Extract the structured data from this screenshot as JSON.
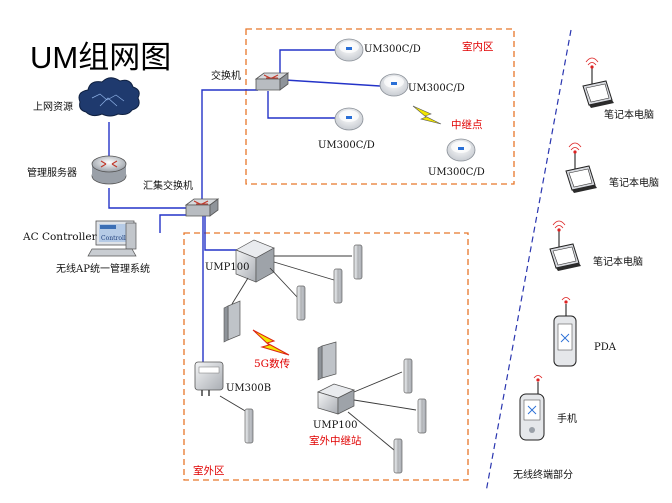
{
  "title": "UM组网图",
  "labels": {
    "internet": "上网资源",
    "mgmt_server": "管理服务器",
    "ac_controller": "AC Controller",
    "ac_system": "无线AP统一管理系统",
    "ac_screen_text": "Controller",
    "switch": "交换机",
    "agg_switch": "汇集交换机",
    "um300_1": "UM300C/D",
    "um300_2": "UM300C/D",
    "um300_3": "UM300C/D",
    "um300_4": "UM300C/D",
    "relay_point": "中继点",
    "indoor_zone": "室内区",
    "outdoor_zone": "室外区",
    "ump100_top": "UMP100",
    "ump100_bottom": "UMP100",
    "um300b": "UM300B",
    "link_5g": "5G数传",
    "outdoor_relay": "室外中继站",
    "laptop_1": "笔记本电脑",
    "laptop_2": "笔记本电脑",
    "laptop_3": "笔记本电脑",
    "pda": "PDA",
    "phone": "手机",
    "terminals": "无线终端部分"
  },
  "colors": {
    "zone_border": "#e8772a",
    "network_link": "#2433c8",
    "terminal_divider": "#2a36b0",
    "highlight_text": "#e00000",
    "lightning": "#f2e600"
  }
}
